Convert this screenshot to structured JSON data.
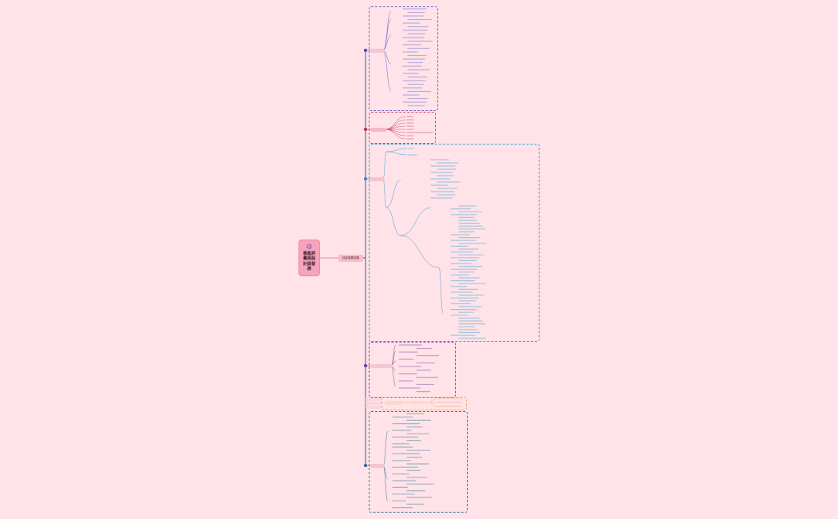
{
  "root": {
    "title": "專案評量與設計與發展",
    "icon": "gear-icon"
  },
  "hub": {
    "label": "評量發展流程"
  },
  "branches": [
    {
      "id": "b1",
      "label": "",
      "color": "#7a6fc8",
      "frame": "#6c6cd0",
      "fill": "#f3c7d4"
    },
    {
      "id": "b2",
      "label": "",
      "color": "#c0305a",
      "frame": "#d04a6c",
      "fill": "#f6b7c7"
    },
    {
      "id": "b3",
      "label": "",
      "color": "#3ba8d8",
      "frame": "#3b9fd6",
      "fill": "#f6c2cf"
    },
    {
      "id": "b4",
      "label": "",
      "color": "#8a4fa8",
      "frame": "#7b4aa8",
      "fill": "#f3c7d4"
    },
    {
      "id": "b5",
      "label": "",
      "color": "#e0a060",
      "frame": "#e8a868",
      "fill": "#fbd9c8"
    },
    {
      "id": "b6",
      "label": "",
      "color": "#2f8a9a",
      "frame": "#3a7a9a",
      "fill": "#f6c2cf"
    }
  ],
  "side_tags": [
    "",
    "",
    ""
  ],
  "colors": {
    "background": "#ffe3e8",
    "root": "#f6a3bb",
    "hub": "#f8bccb",
    "spine": "#2f4d8a"
  }
}
